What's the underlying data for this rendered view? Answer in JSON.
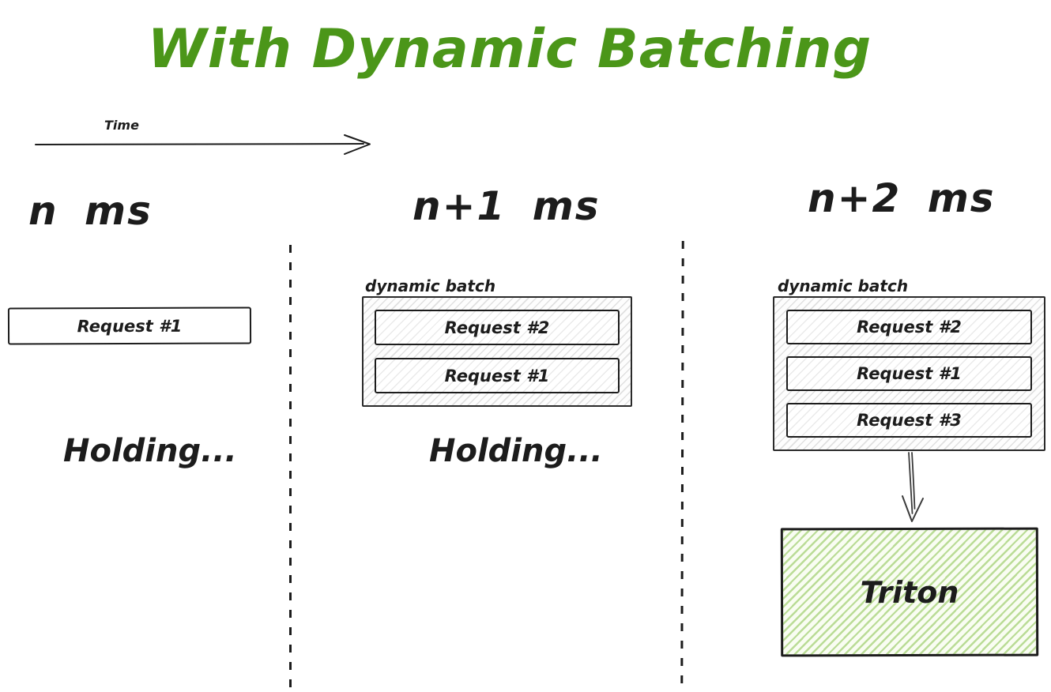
{
  "title": {
    "text": "With Dynamic Batching"
  },
  "timeline": {
    "label": "Time"
  },
  "columns": [
    {
      "header": "n ms",
      "requests": [
        "Request #1"
      ],
      "status": "Holding..."
    },
    {
      "header": "n+1 ms",
      "batch_label": "dynamic batch",
      "requests": [
        "Request #2",
        "Request #1"
      ],
      "status": "Holding..."
    },
    {
      "header": "n+2 ms",
      "batch_label": "dynamic batch",
      "requests": [
        "Request #2",
        "Request #1",
        "Request #3"
      ],
      "server": "Triton"
    }
  ],
  "colors": {
    "title-green": "#4b9619",
    "ink": "#1c1c1c",
    "triton-hatch-green": "#86c14a",
    "batch-hatch-gray": "#8c8c8c"
  }
}
